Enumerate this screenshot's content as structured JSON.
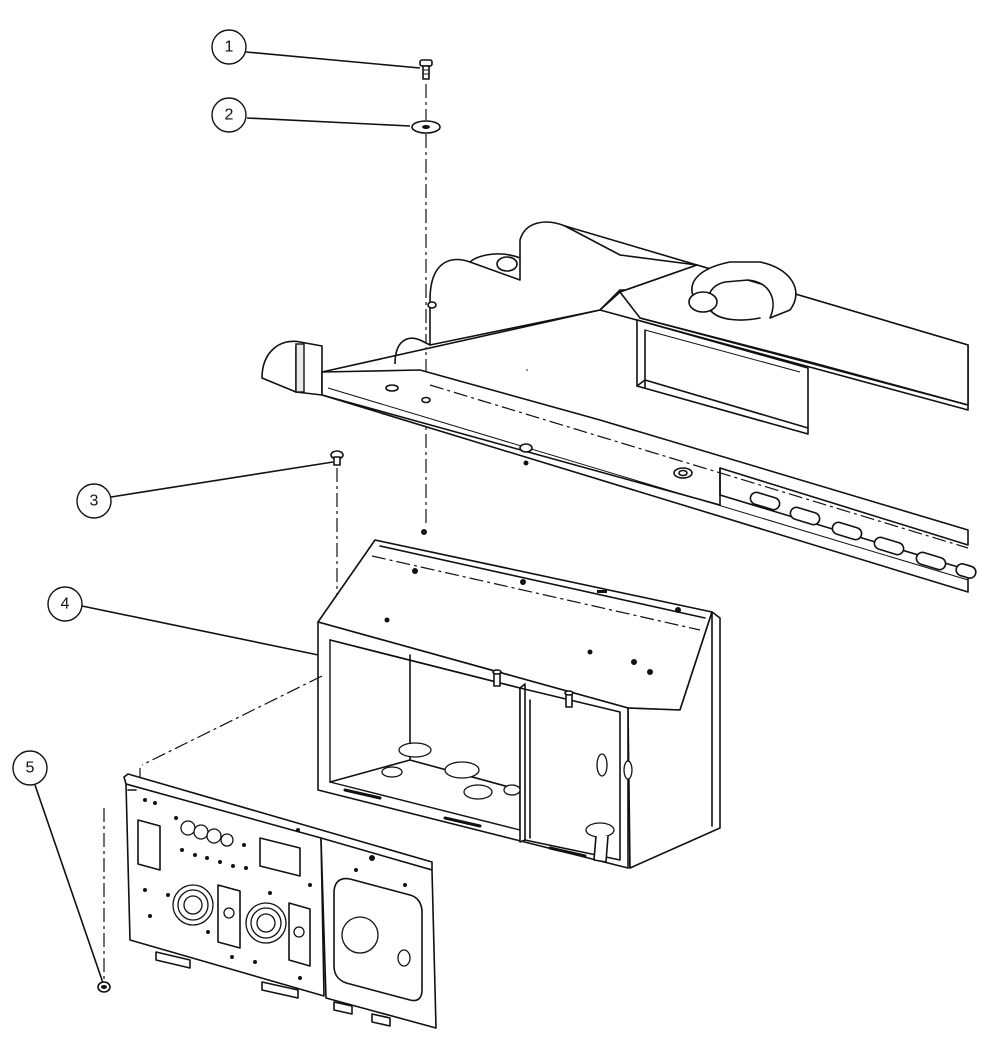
{
  "callouts": [
    {
      "id": "callout-1",
      "label": "1",
      "part": "screw"
    },
    {
      "id": "callout-2",
      "label": "2",
      "part": "washer"
    },
    {
      "id": "callout-3",
      "label": "3",
      "part": "screw"
    },
    {
      "id": "callout-4",
      "label": "4",
      "part": "enclosure-box"
    },
    {
      "id": "callout-5",
      "label": "5",
      "part": "nut"
    }
  ]
}
